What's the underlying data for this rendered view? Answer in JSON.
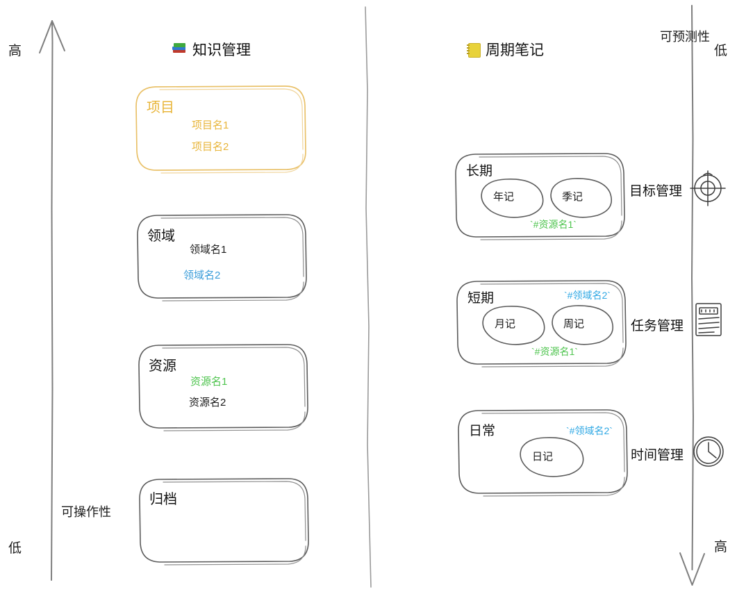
{
  "axes": {
    "left": {
      "top_label": "高",
      "bottom_label": "低",
      "vertical_label": "可操作性",
      "direction": "up"
    },
    "right": {
      "top_label": "低",
      "bottom_label": "高",
      "vertical_label": "可预测性",
      "direction": "down"
    }
  },
  "columns": [
    {
      "id": "knowledge",
      "icon": "books-emoji",
      "title": "知识管理"
    },
    {
      "id": "cycle-notes",
      "icon": "notebook-emoji",
      "title": "周期笔记"
    }
  ],
  "para_cards": [
    {
      "id": "projects",
      "title": "项目",
      "accent": "#e8b53a",
      "items": [
        {
          "text": "项目名1",
          "color": "#e8b53a"
        },
        {
          "text": "项目名2",
          "color": "#e8b53a"
        }
      ]
    },
    {
      "id": "areas",
      "title": "领域",
      "accent": "#3a3a3a",
      "items": [
        {
          "text": "领域名1",
          "color": "#1a1a1a"
        },
        {
          "text": "领域名2",
          "color": "#3a9cd9"
        }
      ]
    },
    {
      "id": "resources",
      "title": "资源",
      "accent": "#3a3a3a",
      "items": [
        {
          "text": "资源名1",
          "color": "#4ec44e"
        },
        {
          "text": "资源名2",
          "color": "#1a1a1a"
        }
      ]
    },
    {
      "id": "archive",
      "title": "归档",
      "accent": "#3a3a3a",
      "items": []
    }
  ],
  "cycle_groups": [
    {
      "id": "long-term",
      "title": "长期",
      "notes": [
        "年记",
        "季记"
      ],
      "tags": [
        {
          "text": "`#资源名1`",
          "color": "#4ec44e",
          "position": "bottom-center"
        }
      ],
      "role": "目标管理",
      "role_icon": "target-icon"
    },
    {
      "id": "short-term",
      "title": "短期",
      "notes": [
        "月记",
        "周记"
      ],
      "tags": [
        {
          "text": "`#领域名2`",
          "color": "#2fa8e4",
          "position": "top-right"
        },
        {
          "text": "`#资源名1`",
          "color": "#4ec44e",
          "position": "bottom-center"
        }
      ],
      "role": "任务管理",
      "role_icon": "notepad-list-icon"
    },
    {
      "id": "daily",
      "title": "日常",
      "notes": [
        "日记"
      ],
      "tags": [
        {
          "text": "`#领域名2`",
          "color": "#2fa8e4",
          "position": "top-right"
        }
      ],
      "role": "时间管理",
      "role_icon": "clock-icon"
    }
  ],
  "colors": {
    "orange": "#e8b53a",
    "blue": "#3a9cd9",
    "tag_blue": "#2fa8e4",
    "green": "#4ec44e",
    "stroke": "#5b5b5b",
    "axis": "#8a8a8a"
  }
}
